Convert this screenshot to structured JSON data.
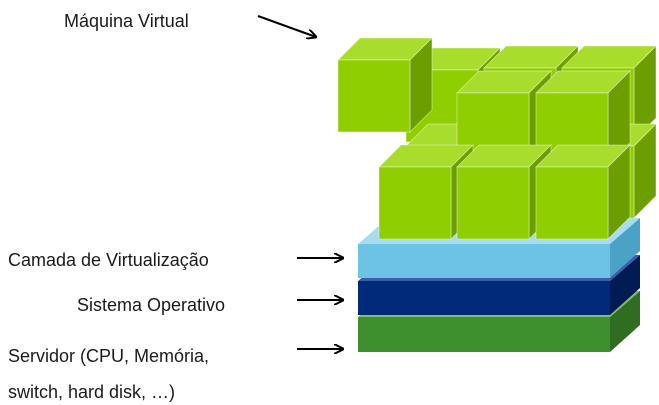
{
  "labels": {
    "vm": "Máquina Virtual",
    "virtualization": "Camada de Virtualização",
    "os": "Sistema Operativo",
    "server_line1": "Servidor (CPU, Memória,",
    "server_line2": "switch, hard disk, …)"
  },
  "colors": {
    "cube_front": "#8fce00",
    "cube_top": "#a8dd2e",
    "cube_side": "#6d9e00",
    "virtualization_layer": "#6cc3e4",
    "os_layer": "#022a7a",
    "server_layer": "#3e8f2e",
    "arrow": "#000000"
  },
  "icons": [
    "arrow-right-icon"
  ]
}
